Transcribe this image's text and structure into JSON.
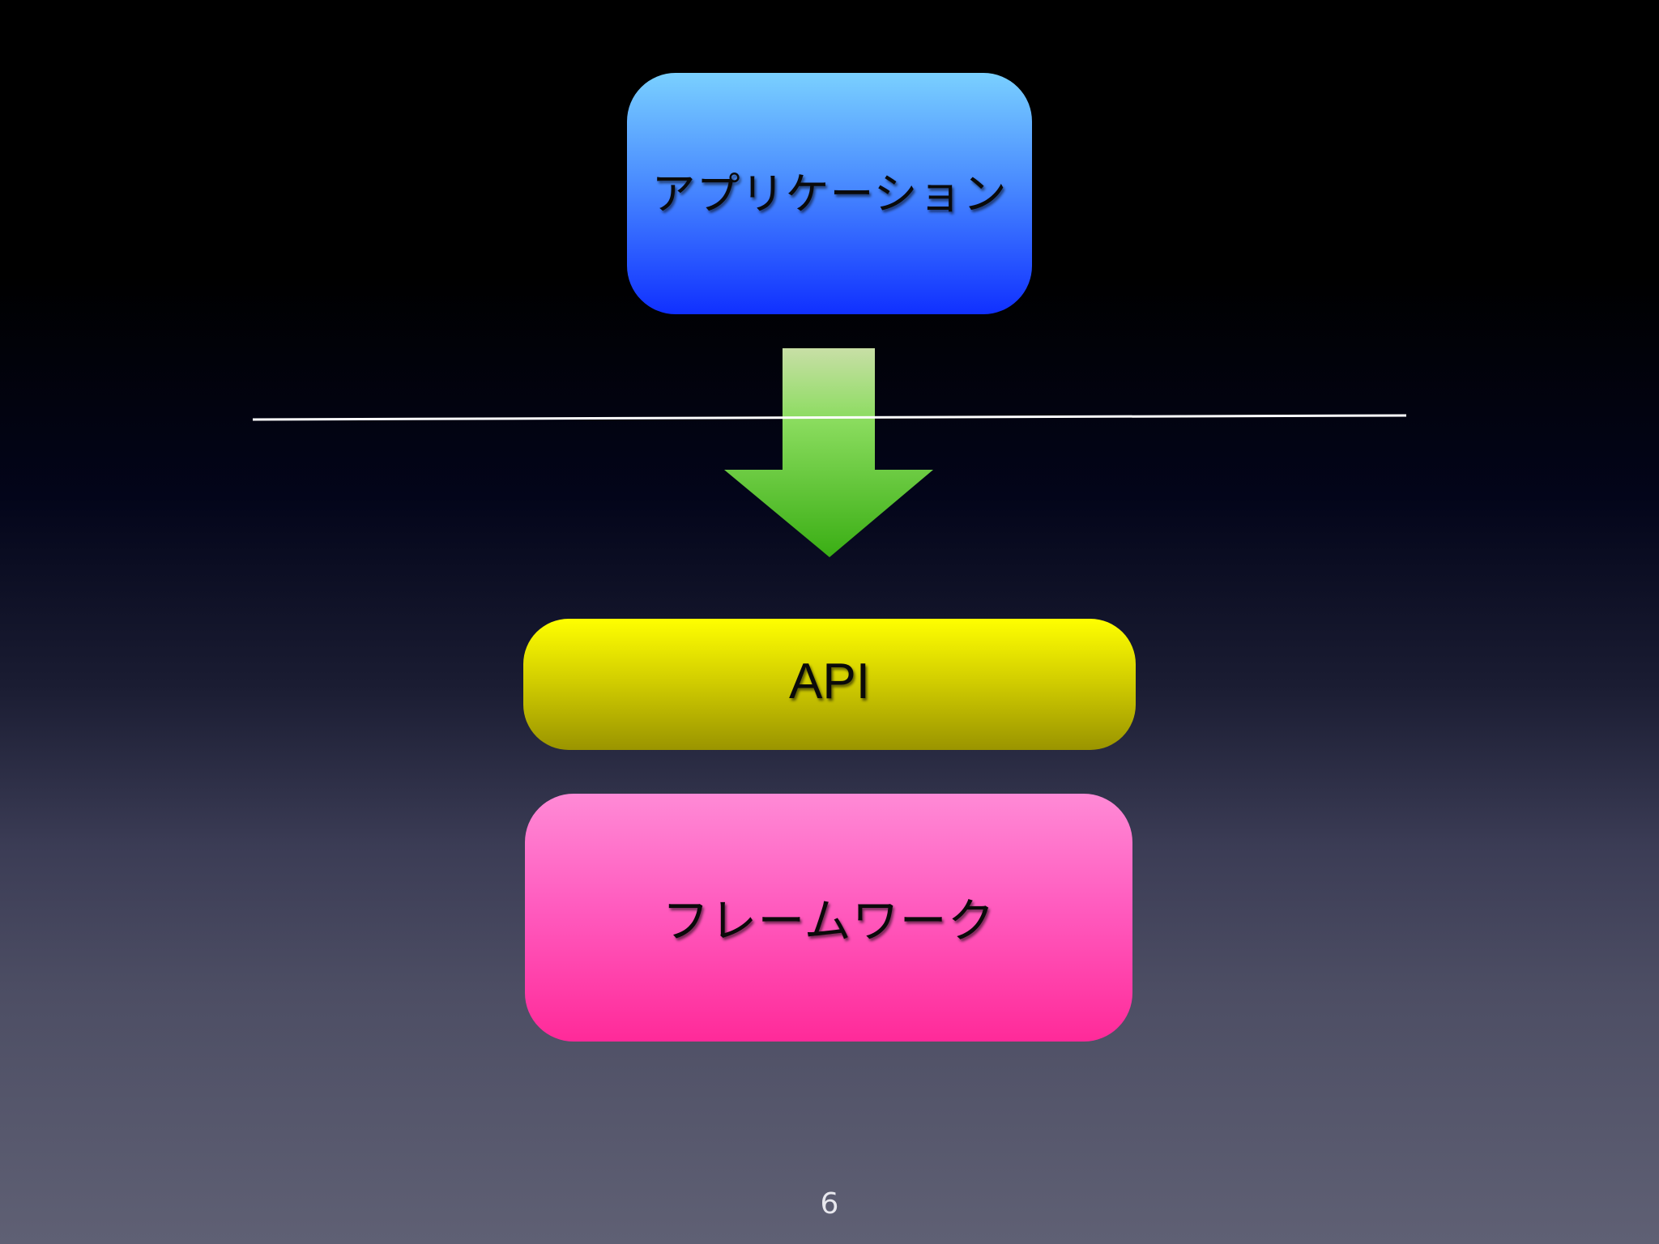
{
  "diagram": {
    "nodes": [
      {
        "id": "application",
        "label": "アプリケーション",
        "color": "#2a5cff"
      },
      {
        "id": "api",
        "label": "API",
        "color": "#d4d000"
      },
      {
        "id": "framework",
        "label": "フレームワーク",
        "color": "#ff4db3"
      }
    ],
    "edges": [
      {
        "from": "application",
        "to": "api",
        "style": "arrow-down",
        "color": "#49c02a"
      }
    ],
    "separator": {
      "color": "#ffffff"
    }
  },
  "page_number": "6"
}
